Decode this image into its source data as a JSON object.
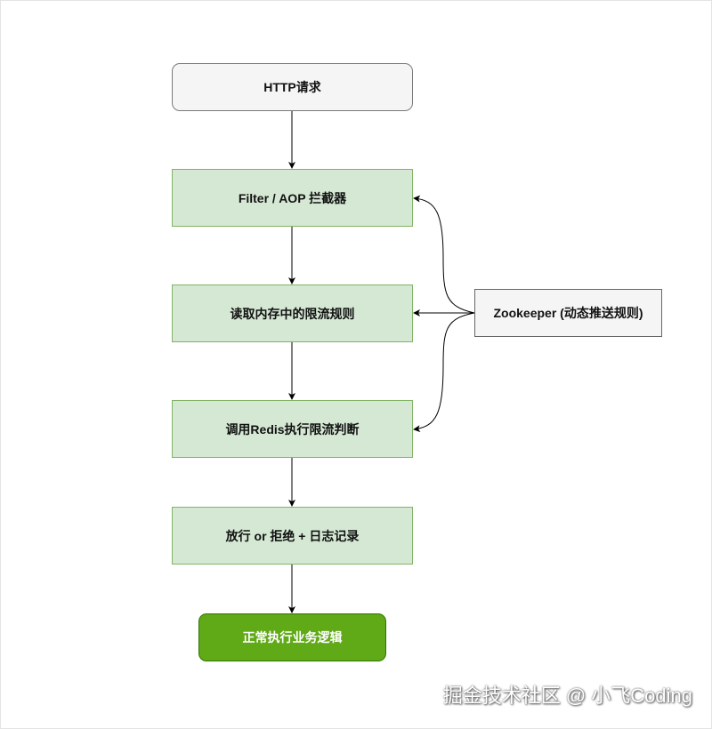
{
  "diagram": {
    "nodes": {
      "http_request": "HTTP请求",
      "filter_aop": "Filter / AOP 拦截器",
      "read_rules": "读取内存中的限流规则",
      "redis_check": "调用Redis执行限流判断",
      "pass_or_reject": "放行 or 拒绝 + 日志记录",
      "business_logic": "正常执行业务逻辑",
      "zookeeper": "Zookeeper (动态推送规则)"
    },
    "colors": {
      "process_fill": "#d5e8d4",
      "process_border": "#82b366",
      "terminal_fill": "#f5f5f5",
      "end_fill": "#60a917",
      "arrow": "#000000"
    }
  },
  "watermark": "掘金技术社区 @ 小飞Coding"
}
